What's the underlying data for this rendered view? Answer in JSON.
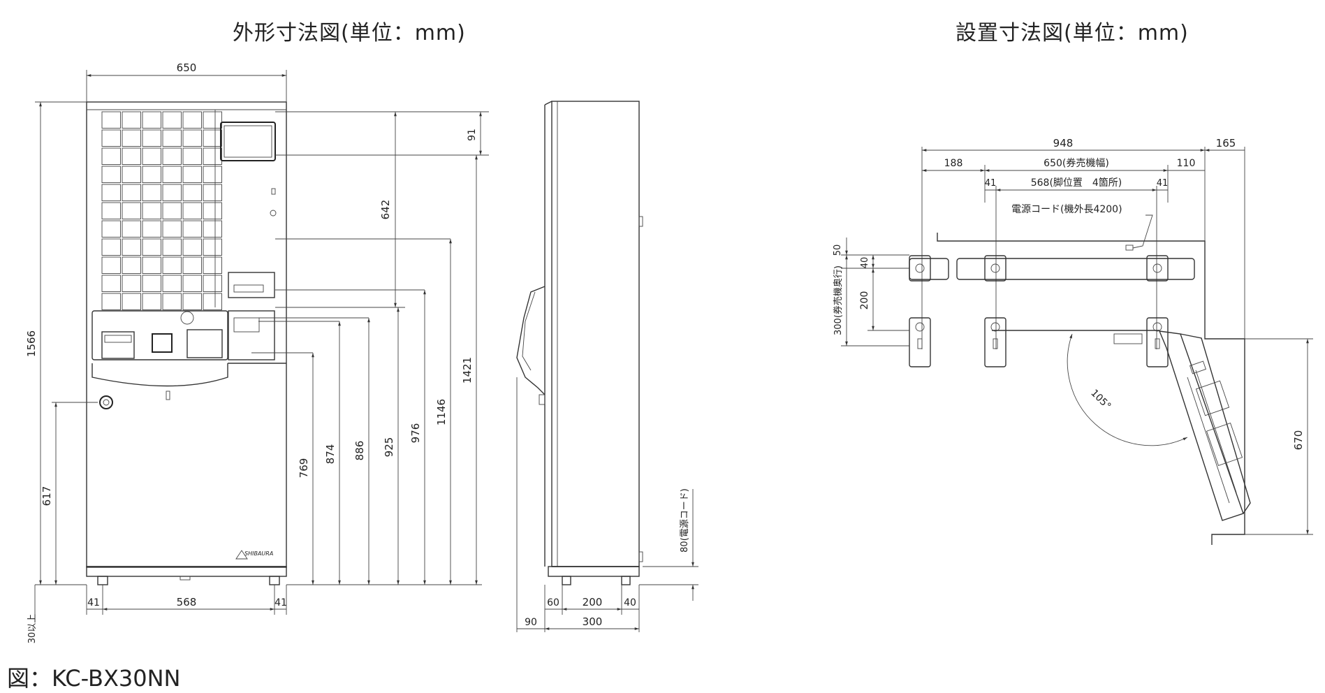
{
  "titles": {
    "external": "外形寸法図(単位：mm)",
    "installation": "設置寸法図(単位：mm)"
  },
  "caption": "図：KC-BX30NN",
  "front_view": {
    "width": "650",
    "height": "1566",
    "foot_pitch": "568",
    "foot_left": "41",
    "foot_right": "41",
    "floor_clearance": "30以上",
    "lock_height": "617",
    "display_top": "91",
    "display_depth": "642",
    "heights": [
      "769",
      "874",
      "886",
      "925",
      "976",
      "1146",
      "1421"
    ],
    "logo": "SHIBAURA"
  },
  "side_view": {
    "cord_height": "80(電源コード)",
    "depth_front": "90",
    "foot_front": "60",
    "foot_pitch": "200",
    "foot_back": "40",
    "depth": "300"
  },
  "install_view": {
    "total_width": "948",
    "right_margin": "165",
    "left_margin": "188",
    "machine_width": "650(券売機幅)",
    "right_gap": "110",
    "foot_left": "41",
    "foot_pitch": "568(脚位置　4箇所)",
    "foot_right": "41",
    "power_cord": "電源コード(機外長4200)",
    "back_gap": "50",
    "foot_offset": "40",
    "foot_depth": "200",
    "machine_depth": "300(券売機奥行)",
    "door_angle": "105°",
    "door_clearance": "670"
  }
}
